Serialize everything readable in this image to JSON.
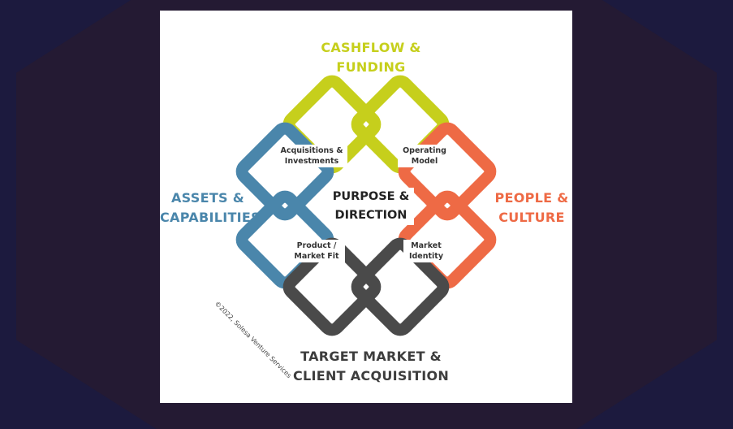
{
  "labels": {
    "cashflow": [
      "CASHFLOW &",
      "FUNDING"
    ],
    "assets": [
      "ASSETS &",
      "CAPABILITIES"
    ],
    "people": [
      "PEOPLE &",
      "CULTURE"
    ],
    "target": [
      "TARGET MARKET &",
      "CLIENT ACQUISITION"
    ],
    "center": [
      "PURPOSE &",
      "DIRECTION"
    ]
  },
  "intersections": {
    "acquisitions": [
      "Acquisitions &",
      "Investments"
    ],
    "operating": [
      "Operating",
      "Model"
    ],
    "product": [
      "Product /",
      "Market Fit"
    ],
    "market": [
      "Market",
      "Identity"
    ]
  },
  "copyright": "©2022, Solesa Venture Services",
  "colors": {
    "cashflow": "#c6cf1c",
    "assets": "#4a86ab",
    "people": "#ee6a45",
    "target": "#4a4a4a"
  }
}
